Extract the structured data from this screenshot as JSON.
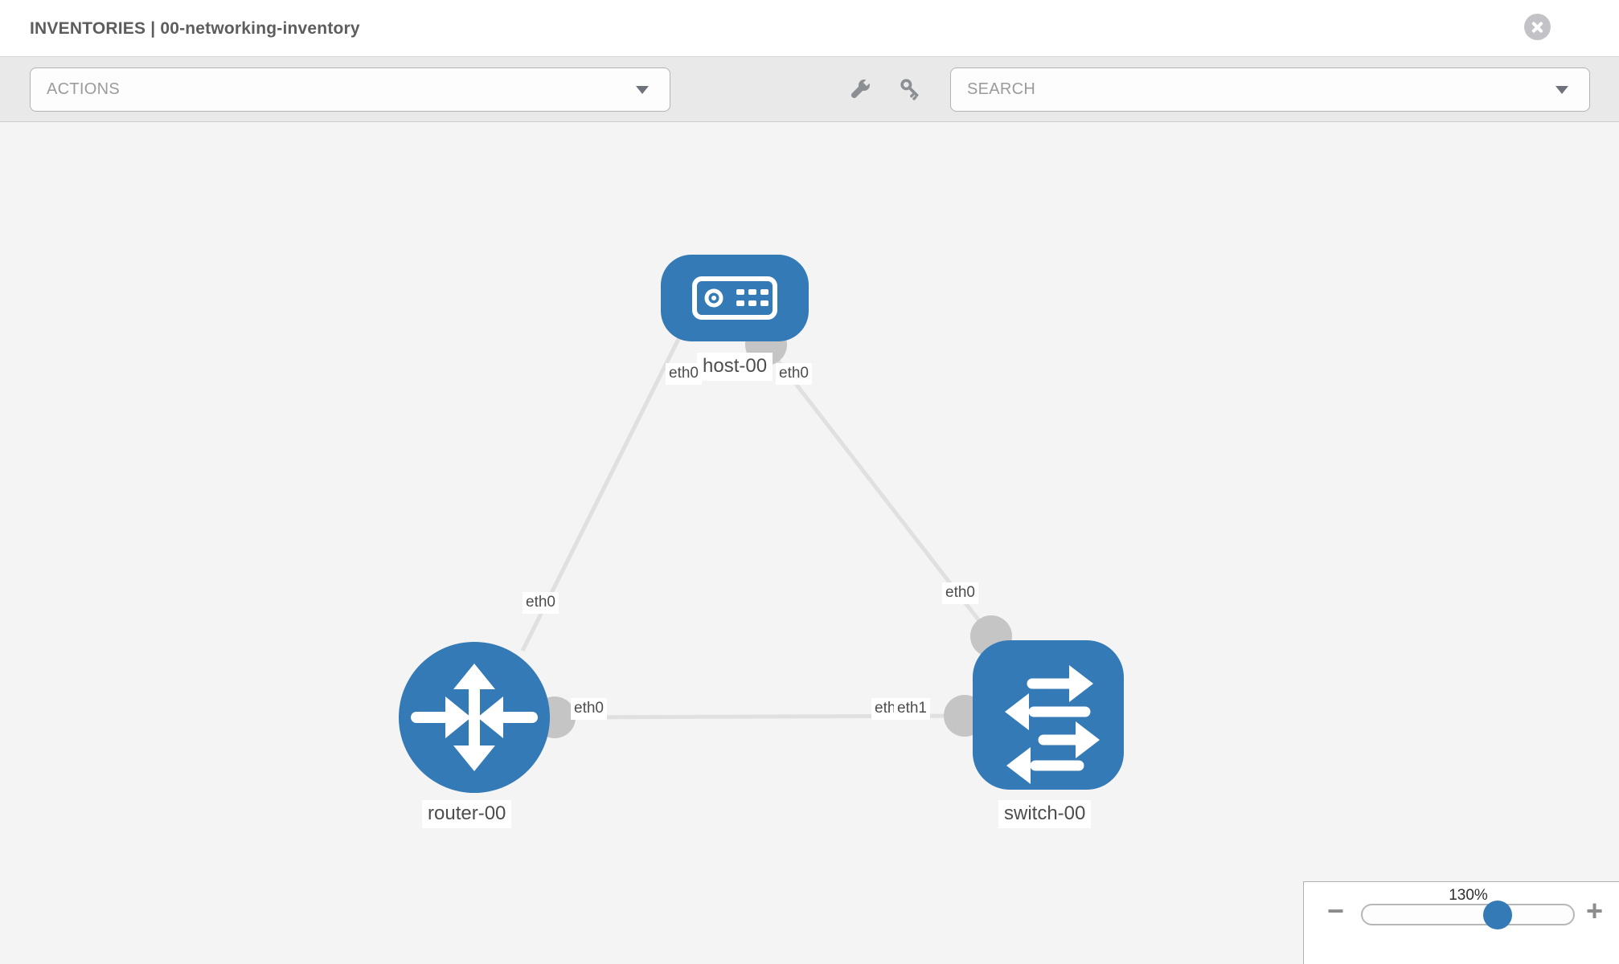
{
  "header": {
    "title": "INVENTORIES | 00-networking-inventory",
    "inventory_name": "00-networking-inventory"
  },
  "toolbar": {
    "actions_label": "ACTIONS",
    "search_label": "SEARCH",
    "icons": [
      "wrench-icon",
      "key-icon"
    ]
  },
  "topology": {
    "nodes": [
      {
        "id": "host-00",
        "label": "host-00",
        "type": "host",
        "icon": "server-icon"
      },
      {
        "id": "router-00",
        "label": "router-00",
        "type": "router",
        "icon": "router-arrows-icon"
      },
      {
        "id": "switch-00",
        "label": "switch-00",
        "type": "switch",
        "icon": "switch-arrows-icon"
      }
    ],
    "links": [
      {
        "source": "host-00",
        "source_if": "eth0",
        "target": "router-00",
        "target_if": "eth0"
      },
      {
        "source": "host-00",
        "source_if": "eth0",
        "target": "switch-00",
        "target_if": "eth0"
      },
      {
        "source": "router-00",
        "source_if": "eth0",
        "target": "switch-00",
        "target_if": "eth1"
      }
    ],
    "interface_labels": [
      {
        "text": "eth0",
        "position": "host-left"
      },
      {
        "text": "eth0",
        "position": "host-right"
      },
      {
        "text": "eth0",
        "position": "link-host-router-mid"
      },
      {
        "text": "eth0",
        "position": "link-host-switch-mid"
      },
      {
        "text": "eth0",
        "position": "router-right"
      },
      {
        "text": "eth0",
        "position": "switch-left-under"
      },
      {
        "text": "eth1",
        "position": "switch-left"
      }
    ]
  },
  "zoom_control": {
    "level": "130%",
    "minus_label": "−",
    "plus_label": "+"
  },
  "colors": {
    "node_fill": "#337ab7",
    "connector_fill": "#c5c5c5",
    "link_stroke": "#e0e0e0",
    "canvas_bg": "#f4f4f4",
    "toolbar_bg": "#e9e9e9"
  }
}
